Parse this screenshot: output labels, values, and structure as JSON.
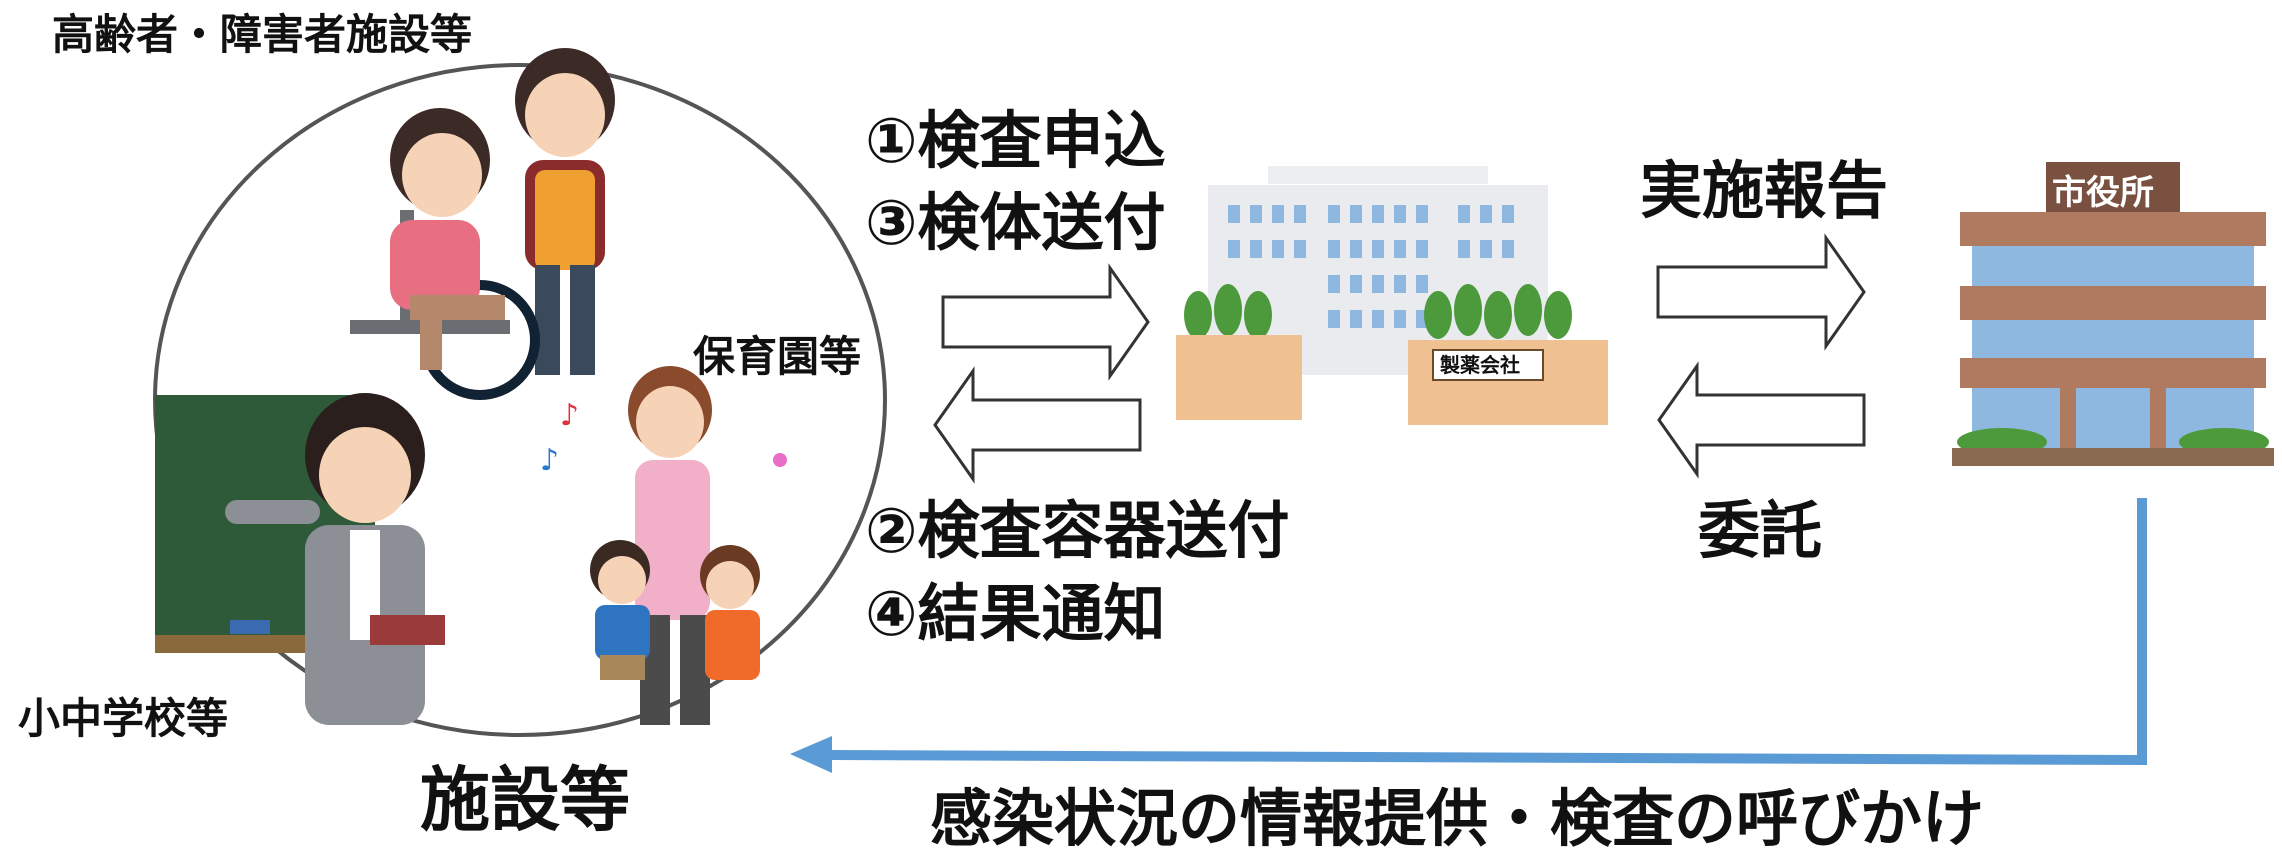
{
  "labels": {
    "elderly_disabled": "高齢者・障害者施設等",
    "nursery": "保育園等",
    "schools": "小中学校等",
    "facilities": "施設等",
    "step1": "①検査申込",
    "step3": "③検体送付",
    "step2": "②検査容器送付",
    "step4": "④結果通知",
    "report": "実施報告",
    "entrust": "委託",
    "info": "感染状況の情報提供・検査の呼びかけ",
    "pharma_sign": "製薬会社",
    "city_hall_sign": "市役所"
  },
  "colors": {
    "feedback_arrow": "#5b9bd5",
    "outline_arrow": "#333333",
    "circle": "#555555",
    "building_blue": "#8fb8e0",
    "pillar_brown": "#b07a60",
    "chalkboard": "#2f5a3a"
  },
  "icons": [
    "wheelchair-caregiver-illustration",
    "teacher-chalkboard-illustration",
    "nursery-teacher-children-illustration",
    "pharma-company-building-icon",
    "city-hall-building-icon"
  ]
}
